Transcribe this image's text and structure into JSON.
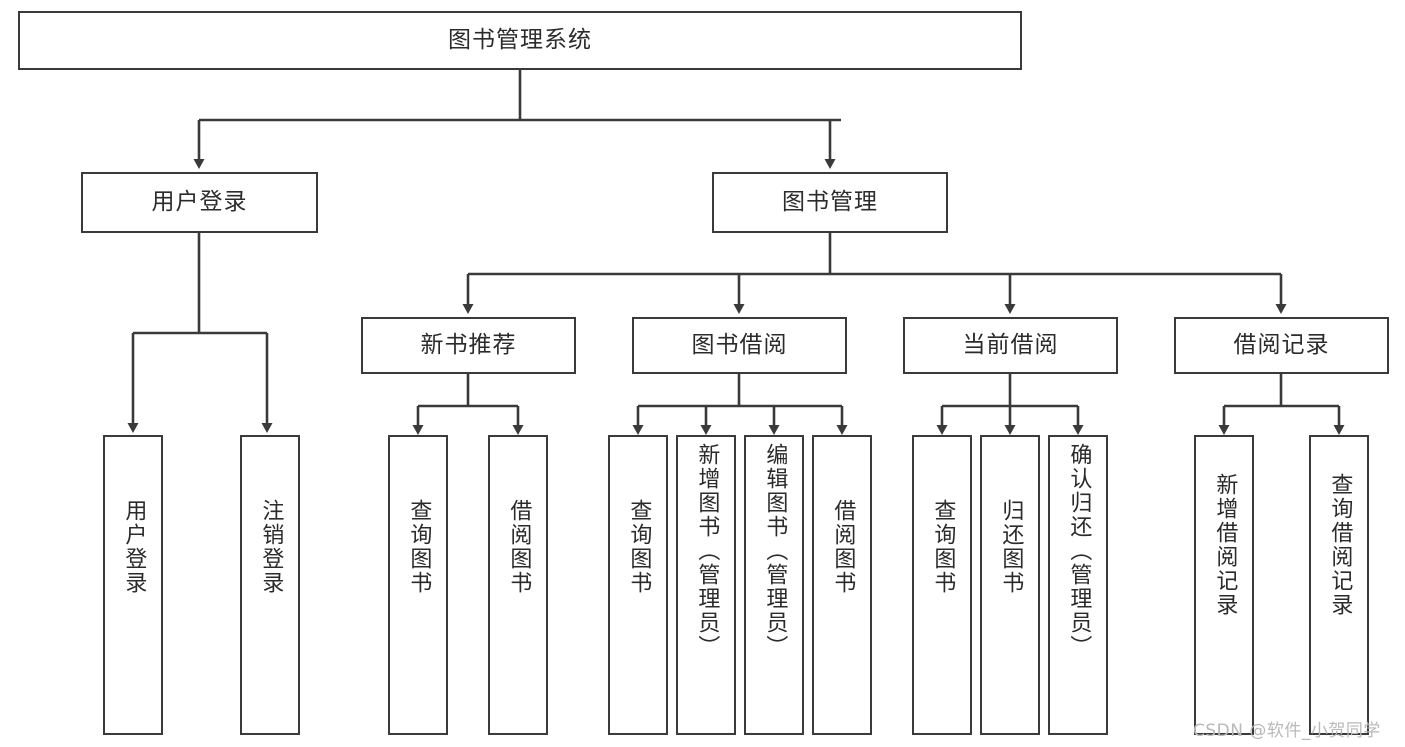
{
  "diagram": {
    "type": "tree-hierarchy",
    "title": "图书管理系统",
    "orientation": "top-down",
    "levels": 4,
    "colors": {
      "background": "#ffffff",
      "box_border": "#3a3a3a",
      "box_fill": "#ffffff",
      "text": "#2b2b2b",
      "connector": "#3a3a3a",
      "watermark": "#b9b9b9"
    }
  },
  "root": {
    "label": "图书管理系统"
  },
  "level2": [
    {
      "label": "用户登录"
    },
    {
      "label": "图书管理"
    }
  ],
  "level3": [
    {
      "label": "新书推荐"
    },
    {
      "label": "图书借阅"
    },
    {
      "label": "当前借阅"
    },
    {
      "label": "借阅记录"
    }
  ],
  "leaves": {
    "user_login": [
      {
        "label": "用户登录"
      },
      {
        "label": "注销登录"
      }
    ],
    "new_book": [
      {
        "label": "查询图书"
      },
      {
        "label": "借阅图书"
      }
    ],
    "borrow_book": [
      {
        "label": "查询图书"
      },
      {
        "label": "新增图书（管理员）"
      },
      {
        "label": "编辑图书（管理员）"
      },
      {
        "label": "借阅图书"
      }
    ],
    "current_borrow": [
      {
        "label": "查询图书"
      },
      {
        "label": "归还图书"
      },
      {
        "label": "确认归还（管理员）"
      }
    ],
    "borrow_record": [
      {
        "label": "新增借阅记录"
      },
      {
        "label": "查询借阅记录"
      }
    ]
  },
  "watermark": {
    "text": "CSDN @软件_小贺同学"
  }
}
